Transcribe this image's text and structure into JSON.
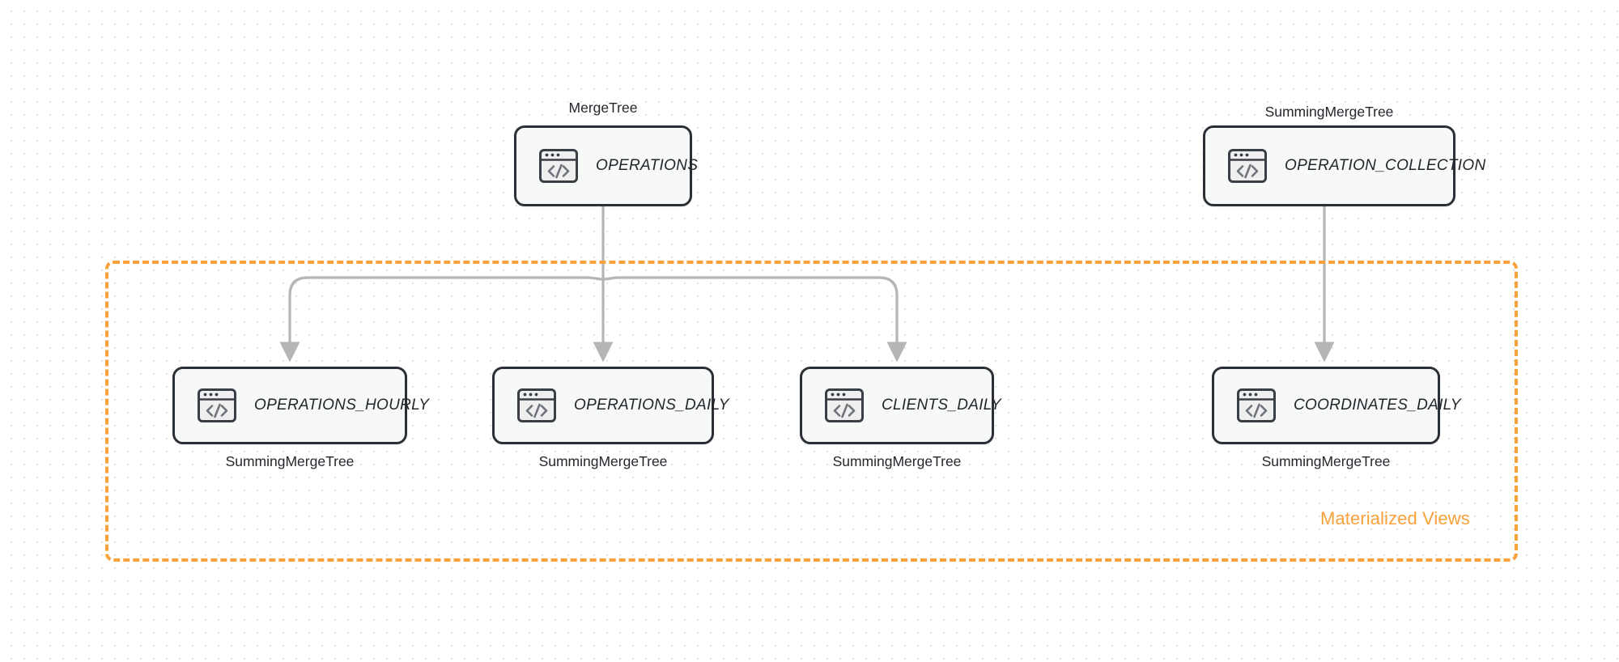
{
  "diagram": {
    "title": "ClickHouse table / materialized view topology",
    "group": {
      "label": "Materialized Views",
      "color": "#F9A13A"
    },
    "icon_name": "code-window-icon",
    "nodes": [
      {
        "id": "operations",
        "name": "OPERATIONS",
        "engine": "MergeTree",
        "engine_position": "above"
      },
      {
        "id": "operation_collection",
        "name": "OPERATION_COLLECTION",
        "engine": "SummingMergeTree",
        "engine_position": "above"
      },
      {
        "id": "operations_hourly",
        "name": "OPERATIONS_HOURLY",
        "engine": "SummingMergeTree",
        "engine_position": "below"
      },
      {
        "id": "operations_daily",
        "name": "OPERATIONS_DAILY",
        "engine": "SummingMergeTree",
        "engine_position": "below"
      },
      {
        "id": "clients_daily",
        "name": "CLIENTS_DAILY",
        "engine": "SummingMergeTree",
        "engine_position": "below"
      },
      {
        "id": "coordinates_daily",
        "name": "COORDINATES_DAILY",
        "engine": "SummingMergeTree",
        "engine_position": "below"
      }
    ],
    "edges": [
      {
        "from": "operations",
        "to": "operations_hourly"
      },
      {
        "from": "operations",
        "to": "operations_daily"
      },
      {
        "from": "operations",
        "to": "clients_daily"
      },
      {
        "from": "operation_collection",
        "to": "coordinates_daily"
      }
    ]
  }
}
